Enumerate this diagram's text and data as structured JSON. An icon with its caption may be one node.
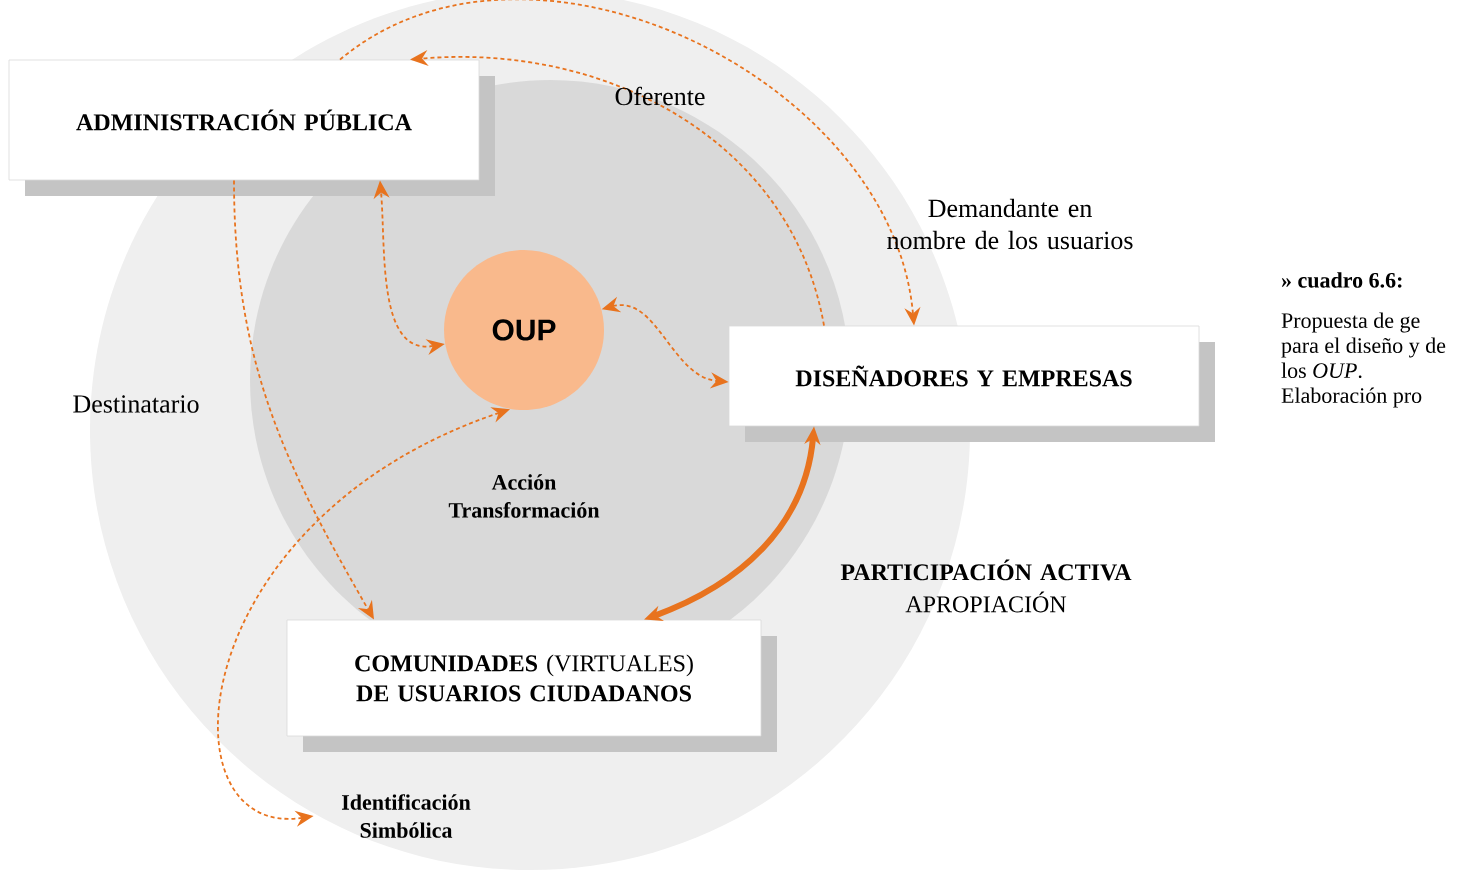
{
  "diagram": {
    "nodes": [
      {
        "text": [
          "ADMINISTRACIÓN PÚBLICA"
        ]
      },
      {
        "text": [
          "OUP"
        ]
      },
      {
        "text": [
          "DISEÑADORES Y  EMPRESAS"
        ]
      },
      {
        "text": [
          "**COMUNIDADES** (VIRTUALES) **DE USUARIOS CIUDADANOS**"
        ]
      },
      {
        "text": [
          "Identificación Simbólica"
        ]
      }
    ],
    "edges": [
      {
        "from": 2,
        "to": 0,
        "arrow": "to",
        "style": "dashed",
        "label": "Oferente"
      },
      {
        "from": 0,
        "to": 2,
        "arrow": "to",
        "style": "dashed",
        "label": "Demandante en nombre de los usuarios"
      },
      {
        "from": 0,
        "to": 3,
        "arrow": "to",
        "style": "dashed",
        "label": "Destinatario"
      },
      {
        "from": 1,
        "to": 0,
        "arrow": "both",
        "style": "dashed"
      },
      {
        "from": 1,
        "to": 2,
        "arrow": "both",
        "style": "dashed"
      },
      {
        "from": 1,
        "to": 4,
        "arrow": "both",
        "style": "dashed"
      },
      {
        "from": 2,
        "to": 3,
        "arrow": "both",
        "style": "thick"
      }
    ],
    "labels": [
      "Acción Transformación",
      "PARTICIPACIÓN ACTIVA",
      "APROPIACIÓN",
      "» cuadro 6.6:",
      "Propuesta de ge para el diseño y de los *OUP*. Elaboración pro"
    ]
  }
}
